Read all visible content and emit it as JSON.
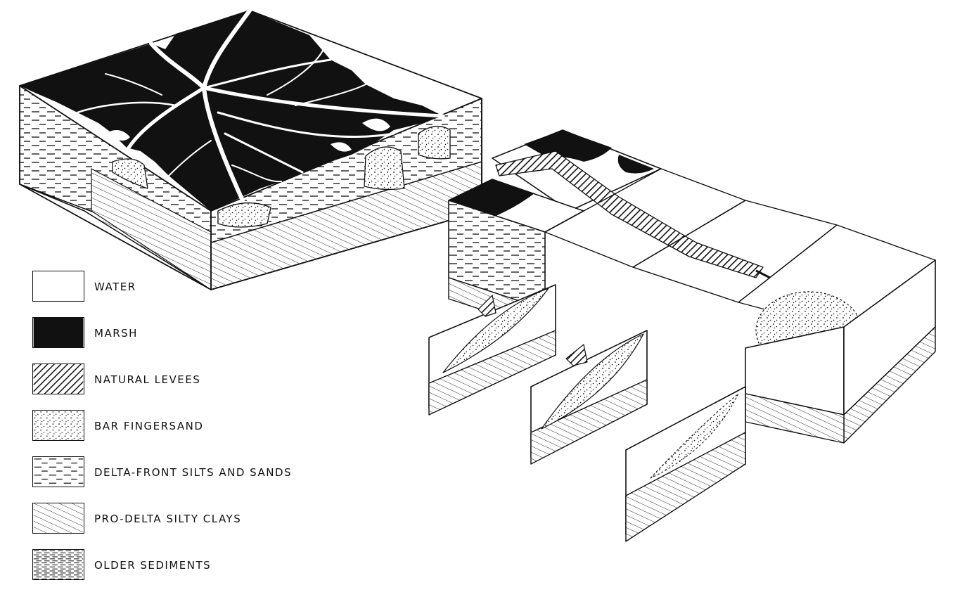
{
  "legend": [
    {
      "key": "water",
      "label": "WATER"
    },
    {
      "key": "marsh",
      "label": "MARSH"
    },
    {
      "key": "levees",
      "label": "NATURAL LEVEES"
    },
    {
      "key": "bar",
      "label": "BAR FINGERSAND"
    },
    {
      "key": "delta_front",
      "label": "DELTA-FRONT SILTS AND SANDS"
    },
    {
      "key": "pro_delta",
      "label": "PRO-DELTA SILTY CLAYS"
    },
    {
      "key": "older",
      "label": "OLDER SEDIMENTS"
    }
  ],
  "colors": {
    "ink": "#111111",
    "paper": "#ffffff"
  }
}
